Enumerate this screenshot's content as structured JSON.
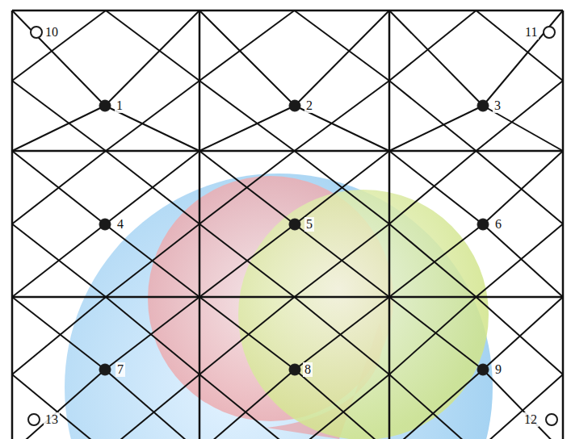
{
  "diagram": {
    "labels": [
      "10",
      "11",
      "1",
      "2",
      "3",
      "4",
      "5",
      "6",
      "7",
      "8",
      "9",
      "13",
      "12"
    ]
  }
}
